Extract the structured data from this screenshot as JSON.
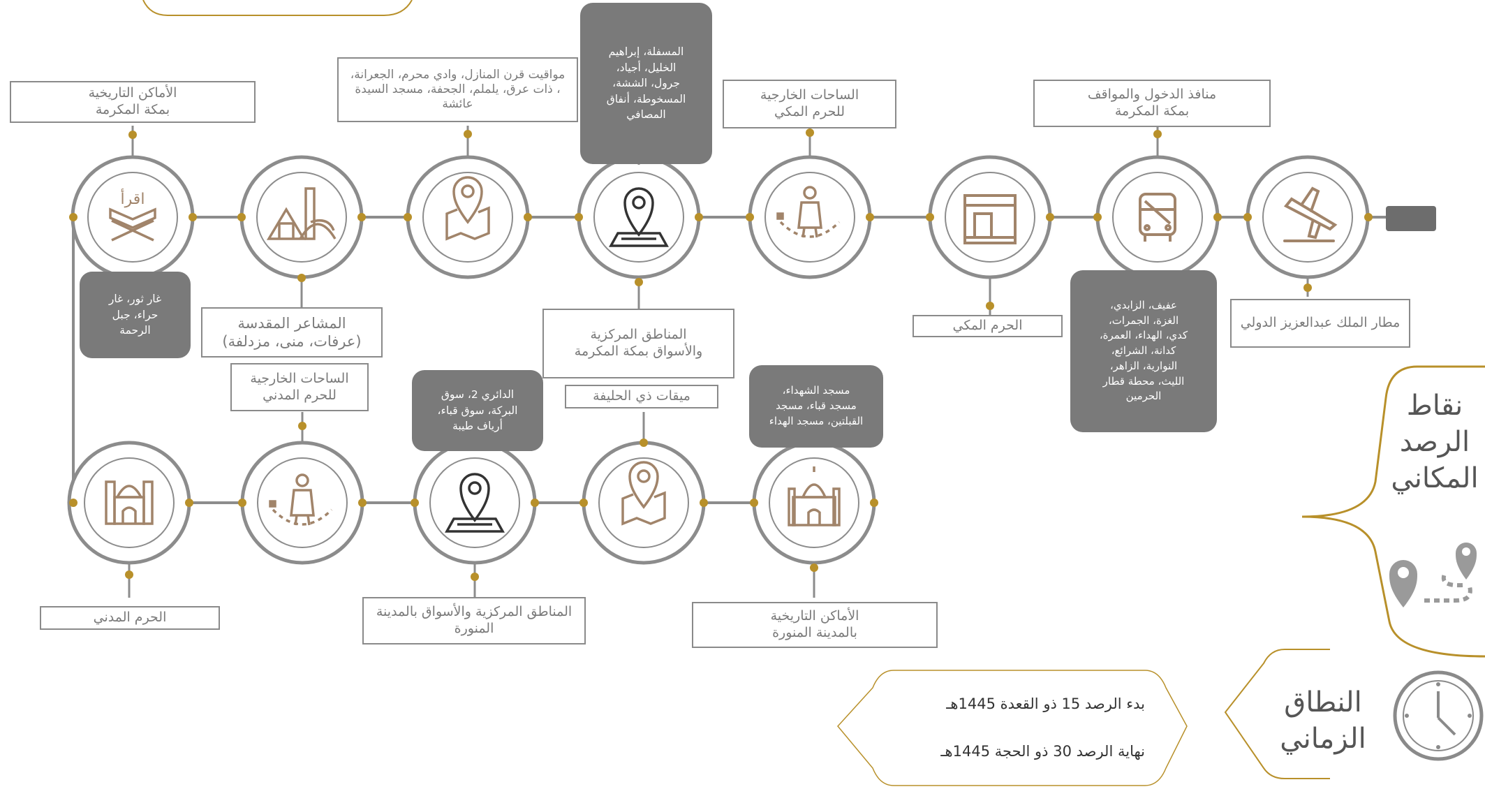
{
  "nodes": {
    "airport": {
      "label": "مطار الملك عبدالعزيز الدولي",
      "icon": "airplane-icon"
    },
    "entry_points": {
      "label": [
        "منافذ الدخول والمواقف",
        "بمكة المكرمة"
      ],
      "icon": "bus-icon",
      "details": [
        "عفيف، الزابدي،",
        "الغزة، الجمرات،",
        "كدي، الهداء، العمرة،",
        "كدانة، الشرائع،",
        "النوارية، الزاهر،",
        "الليث، محطة قطار",
        "الحرمين"
      ]
    },
    "makkah_haram": {
      "label": "الحرم المكي",
      "icon": "kaaba-icon"
    },
    "makkah_courtyards": {
      "label": [
        "الساحات الخارجية",
        "للحرم المكي"
      ],
      "icon": "pilgrim-icon"
    },
    "makkah_central": {
      "label": [
        "المناطق المركزية",
        "والأسواق بمكة المكرمة"
      ],
      "icon": "map-pin-icon",
      "details": [
        "المسفلة، إبراهيم",
        "الخليل، أجياد،",
        "جرول، الششة،",
        "المسخوطة، أنفاق",
        "المصافي"
      ]
    },
    "miqats": {
      "label": [
        "مواقيت قرن المنازل، وادي محرم، الجعرانة،",
        "، ذات عرق، يلملم، الجحفة، مسجد السيدة",
        "عائشة"
      ],
      "icon": "map-pin-icon"
    },
    "holy_sites": {
      "label": [
        "المشاعر المقدسة",
        "(عرفات، منى، مزدلفة)"
      ],
      "icon": "tents-icon"
    },
    "makkah_historic": {
      "label": [
        "الأماكن التاريخية",
        "بمكة المكرمة"
      ],
      "icon": "quran-icon",
      "details": [
        "غار ثور، غار",
        "حراء، جبل",
        "الرحمة"
      ]
    },
    "madinah_haram": {
      "label": "الحرم المدني",
      "icon": "mosque-icon"
    },
    "madinah_courtyards": {
      "label": [
        "الساحات الخارجية",
        "للحرم المدني"
      ],
      "icon": "pilgrim-icon"
    },
    "madinah_central": {
      "label": [
        "المناطق المركزية والأسواق بالمدينة",
        "المنورة"
      ],
      "icon": "map-pin-icon",
      "details": [
        "الدائري 2، سوق",
        "البركة، سوق قباء،",
        "أرياف طيبة"
      ]
    },
    "dhul_hulayfah": {
      "label": "ميقات ذي الحليفة",
      "icon": "map-pin-icon"
    },
    "madinah_historic": {
      "label": [
        "الأماكن التاريخية",
        "بالمدينة المنورة"
      ],
      "icon": "mosque-icon",
      "details": [
        "مسجد الشهداء،",
        "مسجد قباء، مسجد",
        "القبلتين، مسجد الهداء"
      ]
    }
  },
  "sections": {
    "spatial": {
      "title": [
        "نقاط",
        "الرصد",
        "المكاني"
      ],
      "icon": "route-pin-icon"
    },
    "temporal": {
      "title": [
        "النطاق",
        "الزماني"
      ],
      "icon": "clock-icon",
      "start": "بدء الرصد 15 ذو القعدة 1445هـ",
      "end": "نهاية الرصد 30 ذو الحجة 1445هـ"
    }
  },
  "colors": {
    "line": "#8c8c8c",
    "dot": "#b8902a",
    "gold": "#b8902a",
    "dark_box": "#7a7a7a",
    "icon": "#a1846a"
  }
}
